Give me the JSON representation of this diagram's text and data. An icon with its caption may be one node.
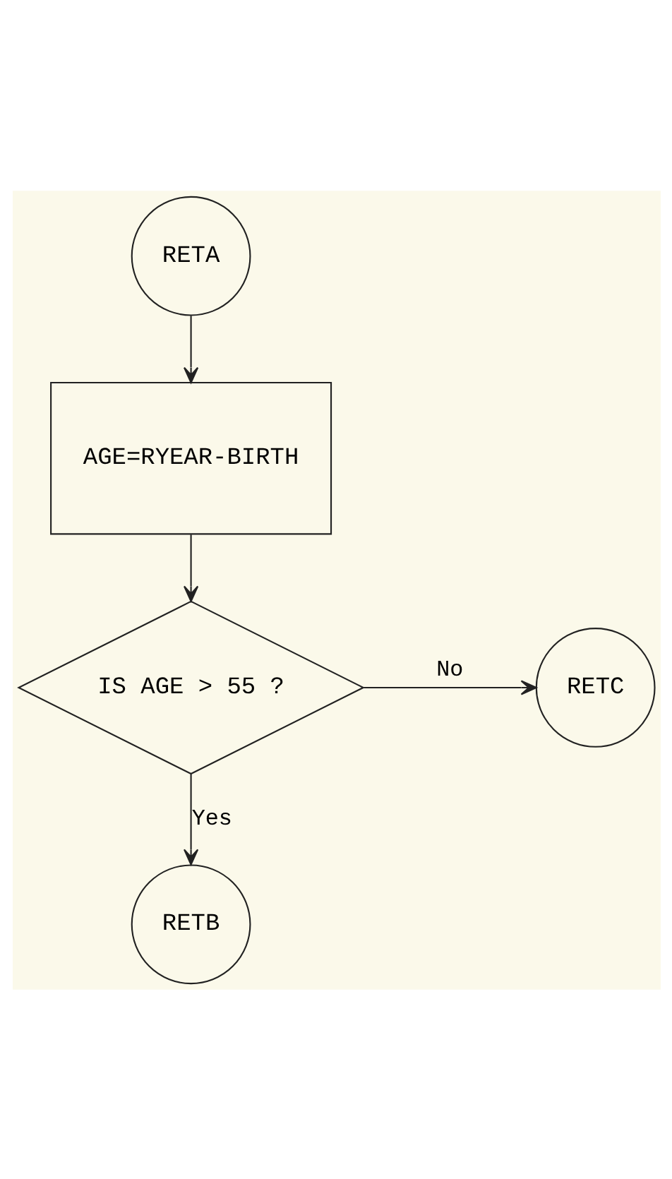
{
  "diagram": {
    "nodes": [
      {
        "text": [
          "RETA"
        ]
      },
      {
        "text": [
          "AGE=RYEAR-BIRTH"
        ]
      },
      {
        "text": [
          "IS AGE > 55 ?"
        ]
      },
      {
        "text": [
          "RETC"
        ]
      },
      {
        "text": [
          "RETB"
        ]
      }
    ],
    "edges": [
      {
        "from": 0,
        "to": 1,
        "arrow": "to"
      },
      {
        "from": 1,
        "to": 2,
        "arrow": "to"
      },
      {
        "from": 2,
        "to": 3,
        "arrow": "to",
        "label": "No"
      },
      {
        "from": 2,
        "to": 4,
        "arrow": "to",
        "label": "Yes"
      }
    ]
  }
}
